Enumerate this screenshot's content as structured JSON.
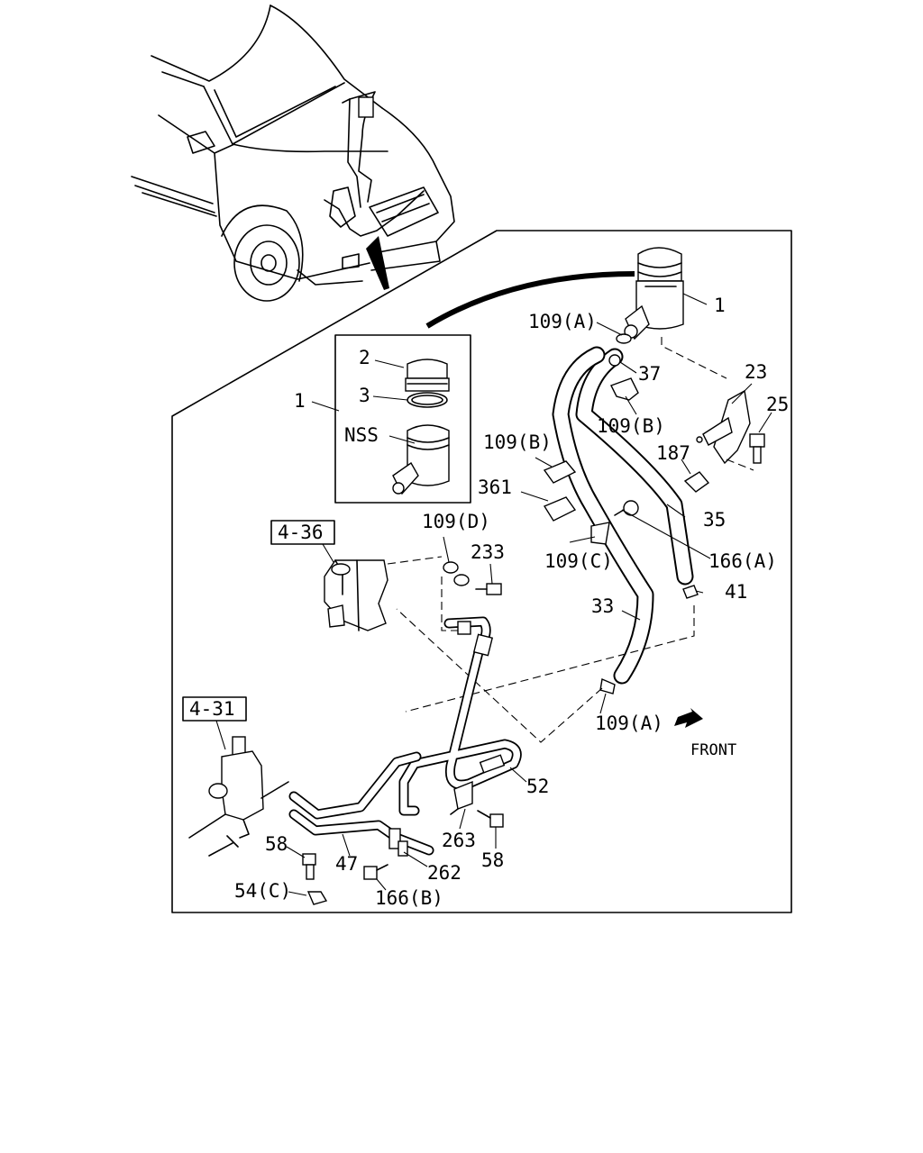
{
  "callouts": {
    "reservoir_main": "1",
    "reservoir_inset": "1",
    "cap": "2",
    "gasket": "3",
    "nss": "NSS",
    "clip_109a_top": "109(A)",
    "clip_37": "37",
    "bracket_23": "23",
    "bolt_25": "25",
    "clip_109b_right": "109(B)",
    "clip_109b_left": "109(B)",
    "clip_187": "187",
    "clip_361": "361",
    "hose_35": "35",
    "bolt_166a": "166(A)",
    "clip_109d": "109(D)",
    "bolt_233": "233",
    "clip_109c": "109(C)",
    "nut_41": "41",
    "hose_33": "33",
    "clip_109a_bottom": "109(A)",
    "front": "FRONT",
    "hose_52": "52",
    "bracket_263": "263",
    "bolt_58_right": "58",
    "bolt_58_left": "58",
    "pipe_47": "47",
    "clamp_262": "262",
    "bolt_166b": "166(B)",
    "clip_54c": "54(C)"
  },
  "reference_boxes": {
    "pump": "4-36",
    "gear": "4-31"
  },
  "icons": {
    "front_arrow": "arrow-icon"
  }
}
